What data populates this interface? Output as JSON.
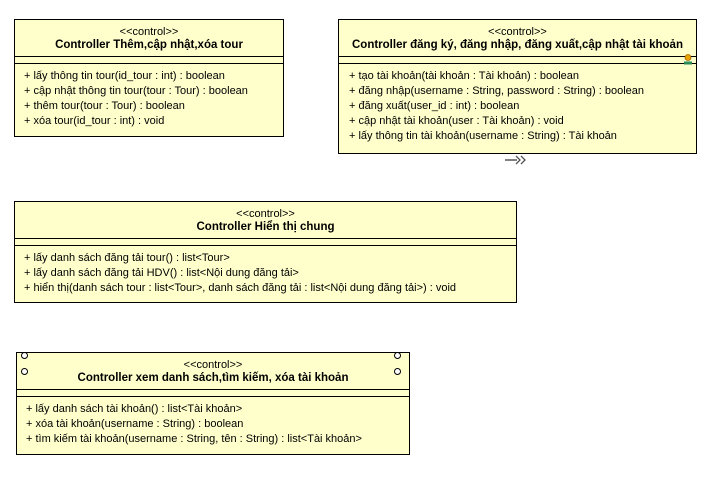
{
  "classes": [
    {
      "stereotype": "<<control>>",
      "name": "Controller Thêm,cập nhật,xóa tour",
      "operations": [
        "+ lấy thông tin tour(id_tour : int) : boolean",
        "+ cập nhật thông tin tour(tour : Tour) : boolean",
        "+ thêm tour(tour : Tour) : boolean",
        "+ xóa tour(id_tour : int) : void"
      ]
    },
    {
      "stereotype": "<<control>>",
      "name": "Controller đăng ký, đăng nhập, đăng xuất,cập nhật tài khoản",
      "operations": [
        "+ tạo tài khoản(tài khoản : Tài khoản) : boolean",
        "+ đăng nhập(username : String, password : String) : boolean",
        "+ đăng xuất(user_id : int) : boolean",
        "+ cập nhật tài khoản(user : Tài khoản) : void",
        "+ lấy thông tin tài khoản(username : String) : Tài khoản"
      ]
    },
    {
      "stereotype": "<<control>>",
      "name": "Controller Hiển thị chung",
      "operations": [
        "+ lấy danh sách đăng tải tour() : list<Tour>",
        "+ lấy danh sách đăng tải HDV() : list<Nội dung đăng tải>",
        "+ hiển thị(danh sách tour : list<Tour>, danh sách đăng tải : list<Nội dung đăng tải>) : void"
      ]
    },
    {
      "stereotype": "<<control>>",
      "name": "Controller xem danh sách,tìm kiếm, xóa tài khoản",
      "operations": [
        "+ lấy danh sách tài khoản() : list<Tài khoản>",
        "+ xóa tài khoản(username : String) : boolean",
        "+ tìm kiếm tài khoản(username : String, tên : String) : list<Tài khoản>"
      ]
    }
  ],
  "icons": {
    "person": "person-icon",
    "arrow": "double-arrow-icon",
    "handle": "selection-handle-icon"
  },
  "colors": {
    "class_fill": "#ffffcc",
    "border": "#000000"
  }
}
